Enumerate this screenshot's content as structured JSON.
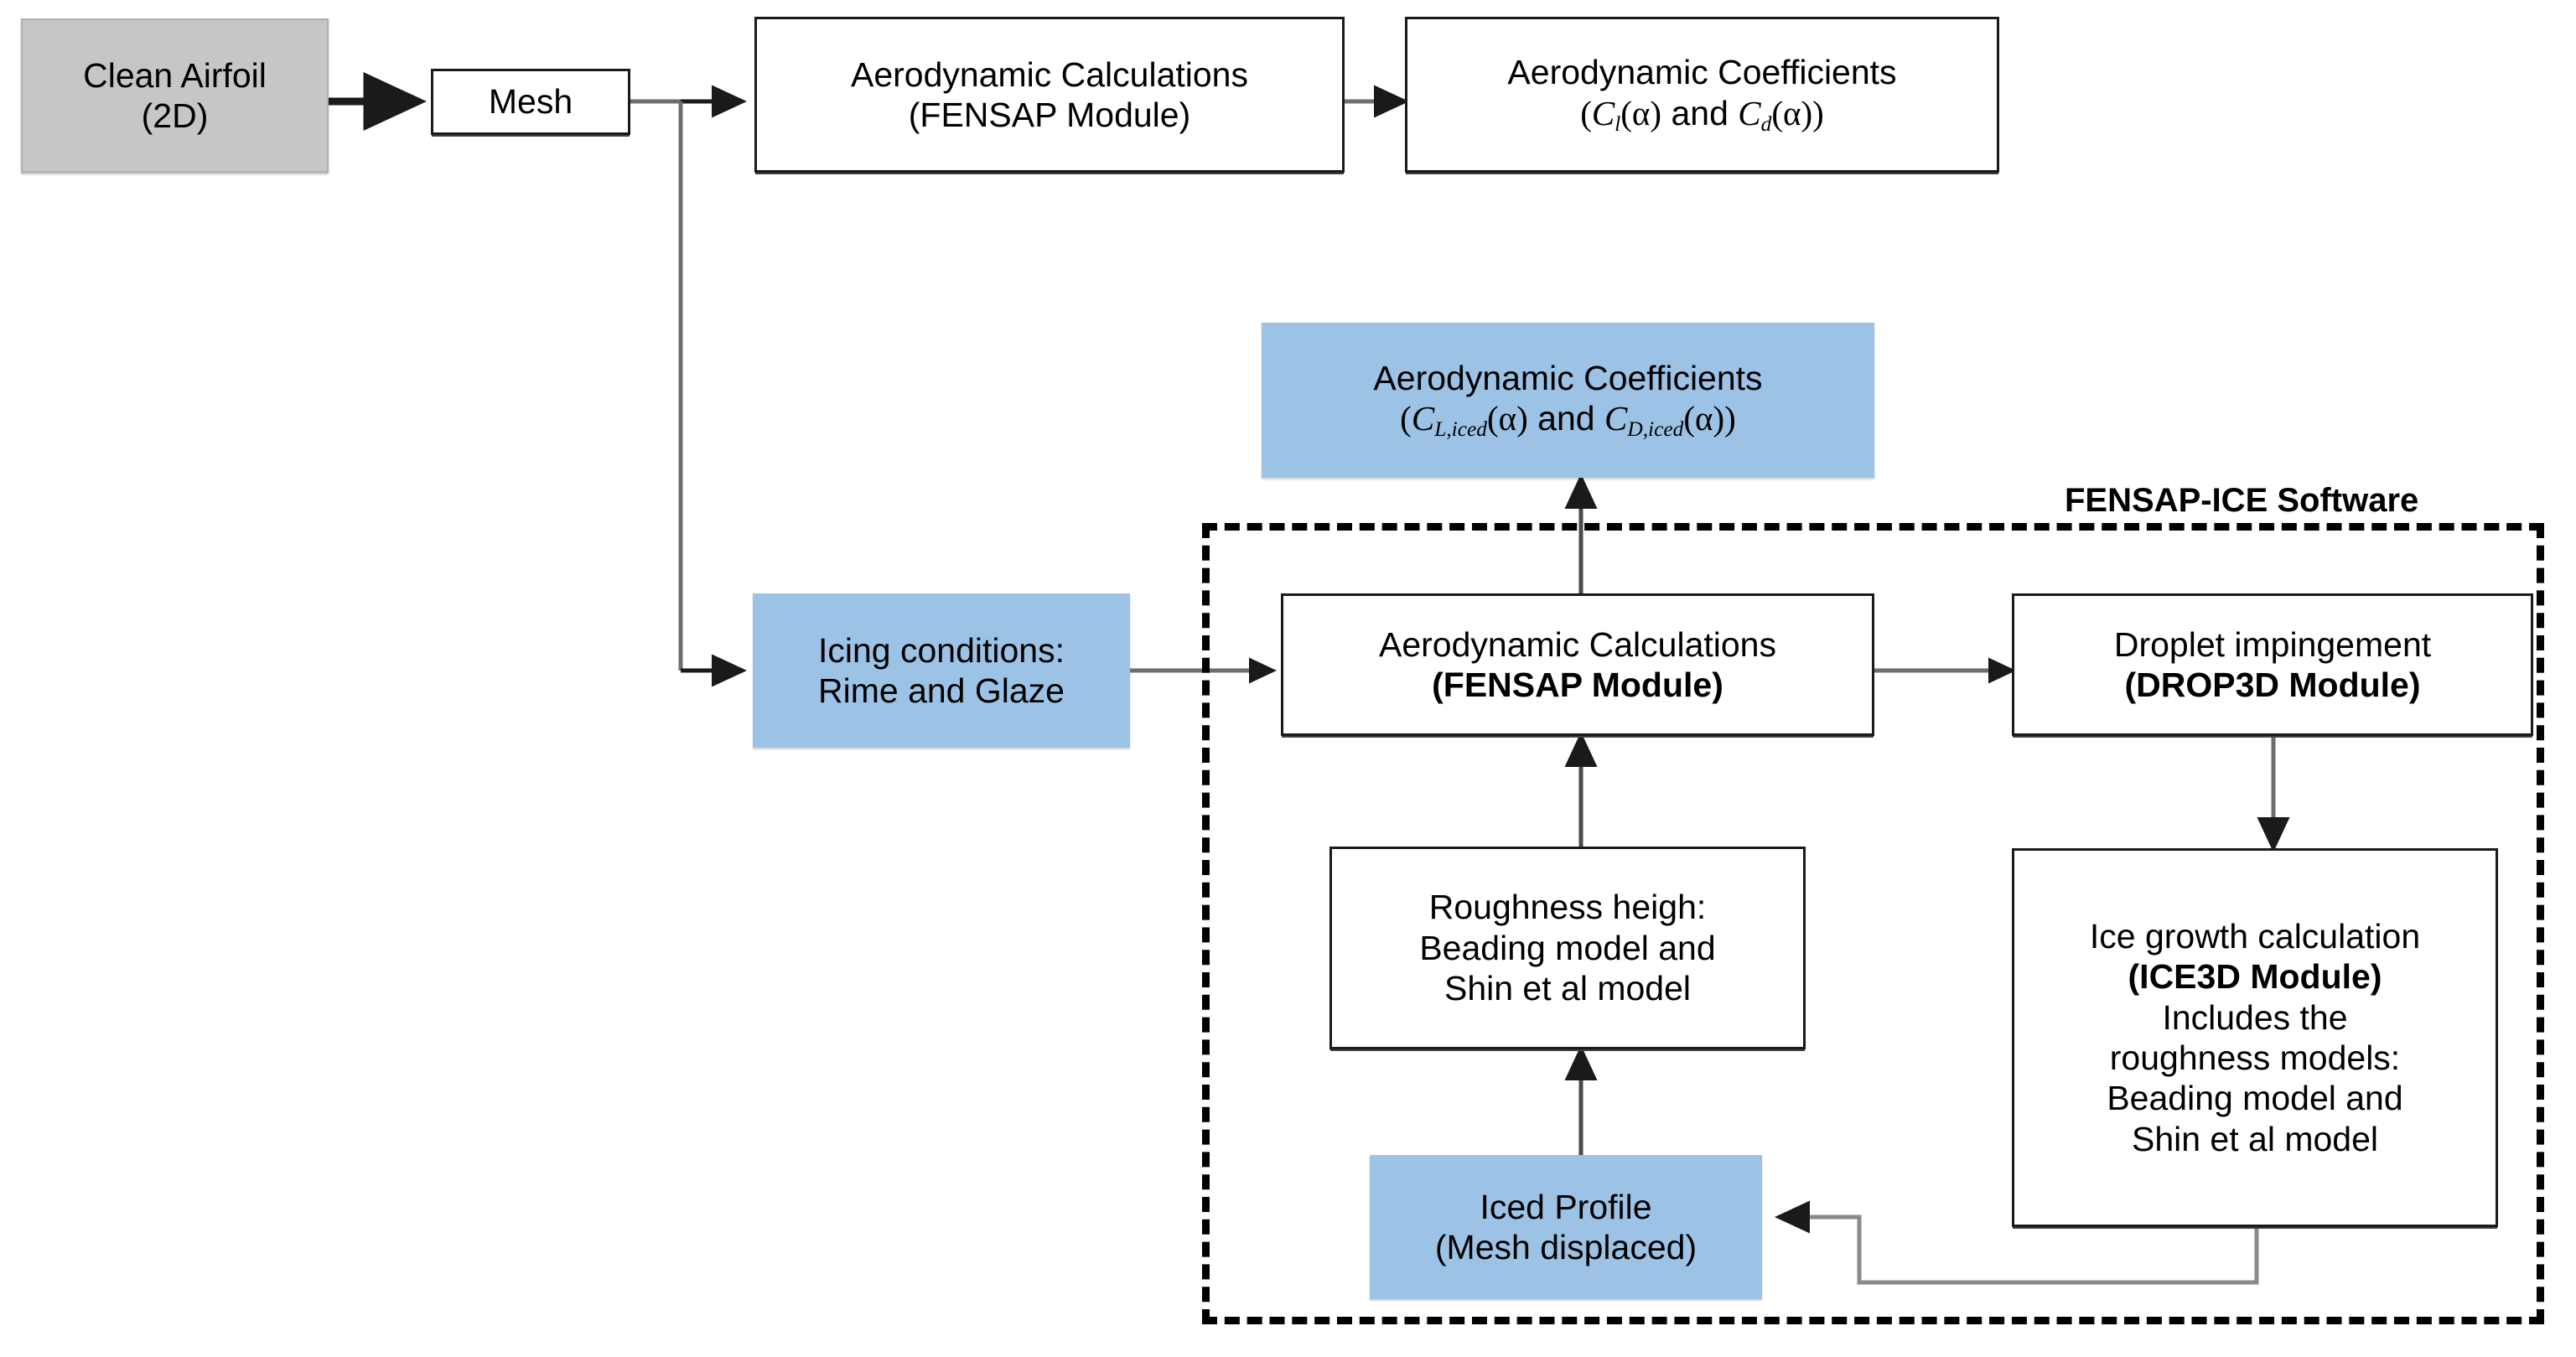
{
  "diagram": {
    "title_label": "FENSAP-ICE Software",
    "colors": {
      "blue_fill": "#9CC3E5",
      "grey_fill": "#C6C6C6",
      "white_fill": "#FFFFFF",
      "stroke": "#000000",
      "wire": "#5A5A5A"
    },
    "nodes": {
      "clean_airfoil": {
        "line1": "Clean Airfoil",
        "line2": "(2D)"
      },
      "mesh": {
        "line1": "Mesh"
      },
      "aero_calc_clean": {
        "line1": "Aerodynamic Calculations",
        "line2": "(FENSAP Module)"
      },
      "aero_coeff_clean": {
        "line1": "Aerodynamic Coefficients",
        "line2_prefix": "(",
        "line2_sym1": "C",
        "line2_sub1": "l",
        "line2_arg1": "(α)",
        "line2_mid": " and ",
        "line2_sym2": "C",
        "line2_sub2": "d",
        "line2_arg2": "(α)",
        "line2_suffix": ")",
        "line2_plain": "(C_l(α) and C_d(α))"
      },
      "aero_coeff_iced": {
        "line1": "Aerodynamic Coefficients",
        "line2_prefix": "(",
        "line2_sym1": "C",
        "line2_sub1": "L,iced",
        "line2_arg1": "(α)",
        "line2_mid": " and ",
        "line2_sym2": "C",
        "line2_sub2": "D,iced",
        "line2_arg2": "(α)",
        "line2_suffix": ")",
        "line2_plain": "(C_{L,iced}(α) and C_{D,iced}(α))"
      },
      "icing_conditions": {
        "line1": "Icing conditions:",
        "line2": "Rime and Glaze"
      },
      "aero_calc_iced": {
        "line1": "Aerodynamic Calculations",
        "line2": "(FENSAP Module)"
      },
      "droplet_impingement": {
        "line1": "Droplet impingement",
        "line2": "(DROP3D Module)"
      },
      "ice_growth": {
        "line1": "Ice growth calculation",
        "line2": "(ICE3D Module)",
        "line3": "Includes the",
        "line4": "roughness models:",
        "line5": "Beading model and",
        "line6": "Shin et al model"
      },
      "roughness_height": {
        "line1": "Roughness heigh:",
        "line2": "Beading model and",
        "line3": "Shin et al model"
      },
      "iced_profile": {
        "line1": "Iced Profile",
        "line2": "(Mesh displaced)"
      }
    }
  }
}
